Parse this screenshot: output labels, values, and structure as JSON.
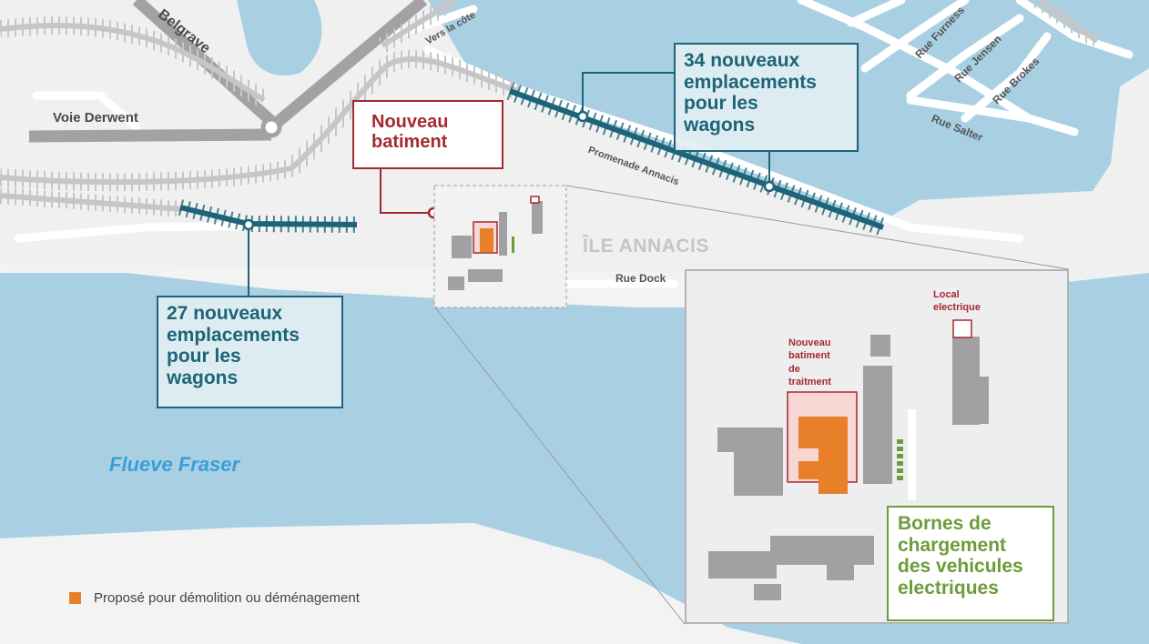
{
  "map": {
    "roads": {
      "voie_derwent": "Voie Derwent",
      "belgrave": "Belgrave",
      "vers_la_cote": "Vers la côte",
      "promenade_annacis": "Promenade Annacis",
      "rue_dock": "Rue Dock",
      "rue_furness": "Rue Furness",
      "rue_jensen": "Rue Jensen",
      "rue_brokes": "Rue Brokes",
      "rue_salter": "Rue Salter"
    },
    "places": {
      "island": "ÎLE ANNACIS",
      "river": "Flueve Fraser"
    },
    "callouts": {
      "wagons_34": [
        "34 nouveaux",
        "emplacements",
        "pour les",
        "wagons"
      ],
      "wagons_27": [
        "27 nouveaux",
        "emplacements",
        "pour les",
        "wagons"
      ],
      "new_building": [
        "Nouveau",
        "batiment"
      ],
      "charging": [
        "Bornes de",
        "chargement",
        "des vehicules",
        "electriques"
      ]
    },
    "inset": {
      "local_electrique": [
        "Local",
        "electrique"
      ],
      "treatment_building": [
        "Nouveau",
        "batiment",
        "de",
        "traitment"
      ]
    },
    "legend": {
      "demolition": "Proposé pour démolition ou déménagement"
    },
    "colors": {
      "water": "#a8d0e2",
      "land": "#f0f0f1",
      "rail_teal": "#1d6478",
      "new_building_red": "#a32a2e",
      "charging_green": "#6c9c3b",
      "demolition_orange": "#e8802a",
      "building_grey": "#a1a1a3"
    }
  }
}
